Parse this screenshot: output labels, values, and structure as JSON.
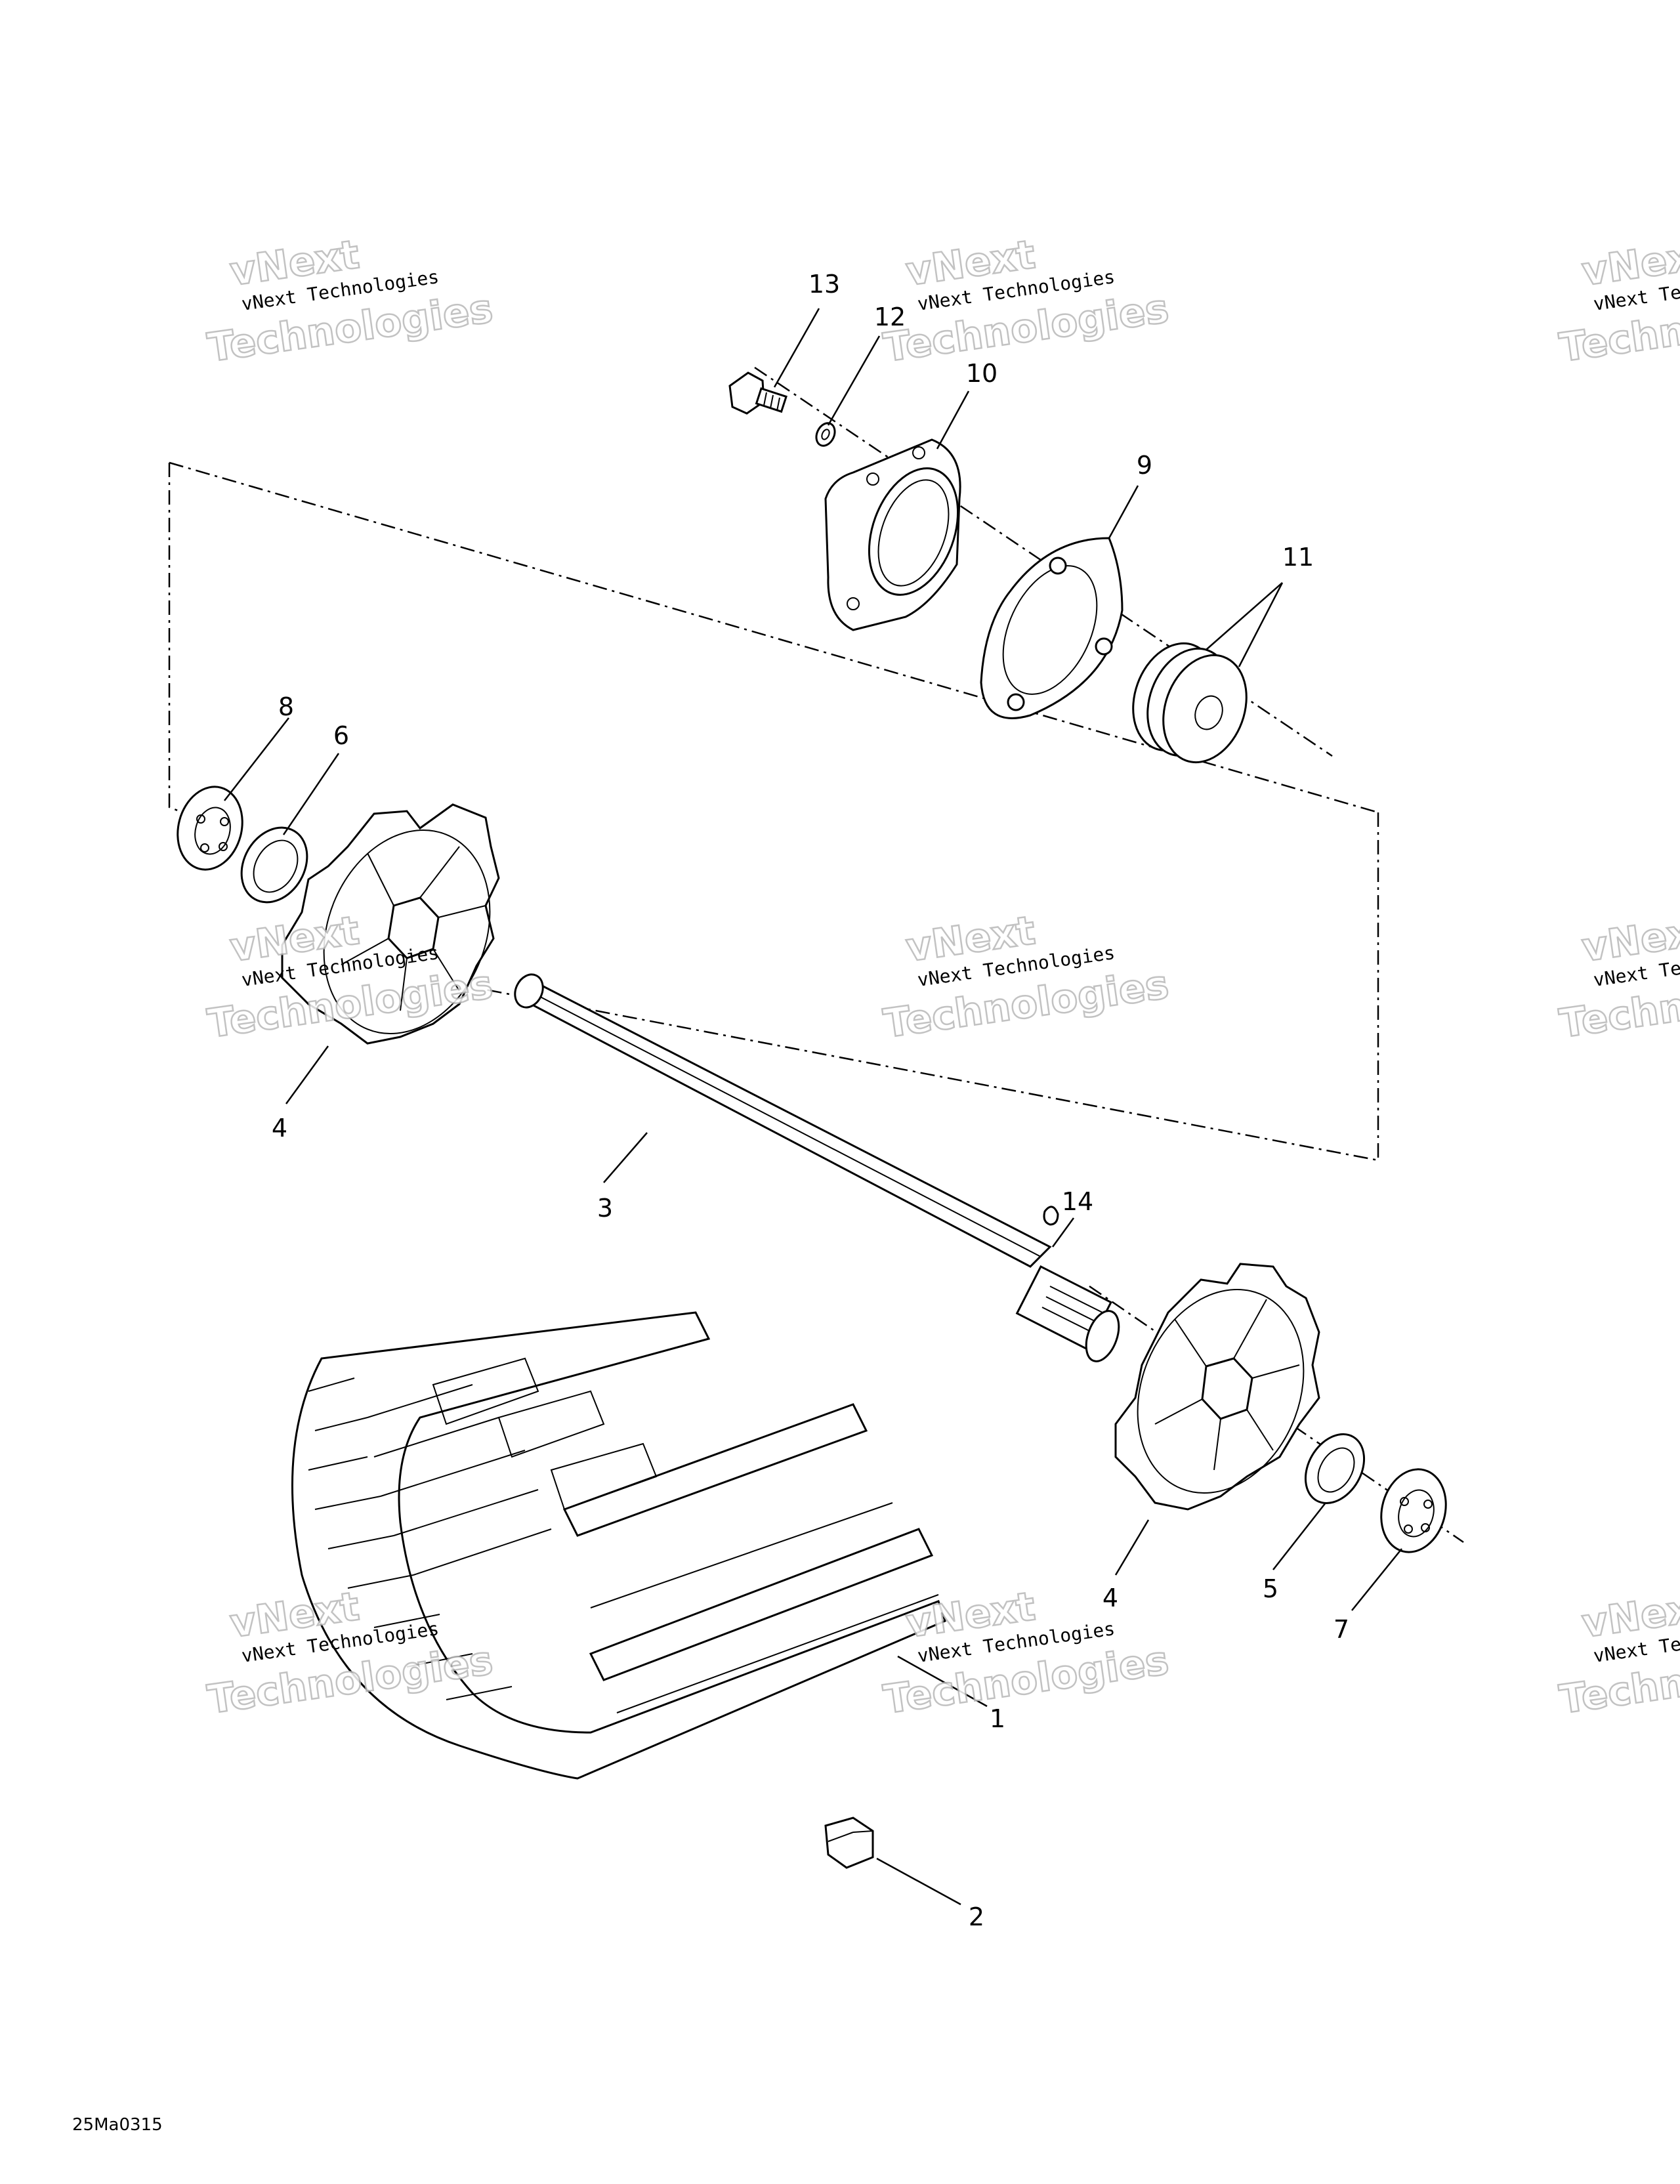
{
  "drawing_ref": "25Ma0315",
  "watermark": {
    "line1": "vNext Technologies",
    "line2": "vNext",
    "line3": "Technologies"
  },
  "callouts": {
    "p1": "1",
    "p2": "2",
    "p3": "3",
    "p4a": "4",
    "p4b": "4",
    "p5": "5",
    "p6": "6",
    "p7": "7",
    "p8": "8",
    "p9": "9",
    "p10": "10",
    "p11": "11",
    "p12": "12",
    "p13": "13",
    "p14": "14"
  }
}
